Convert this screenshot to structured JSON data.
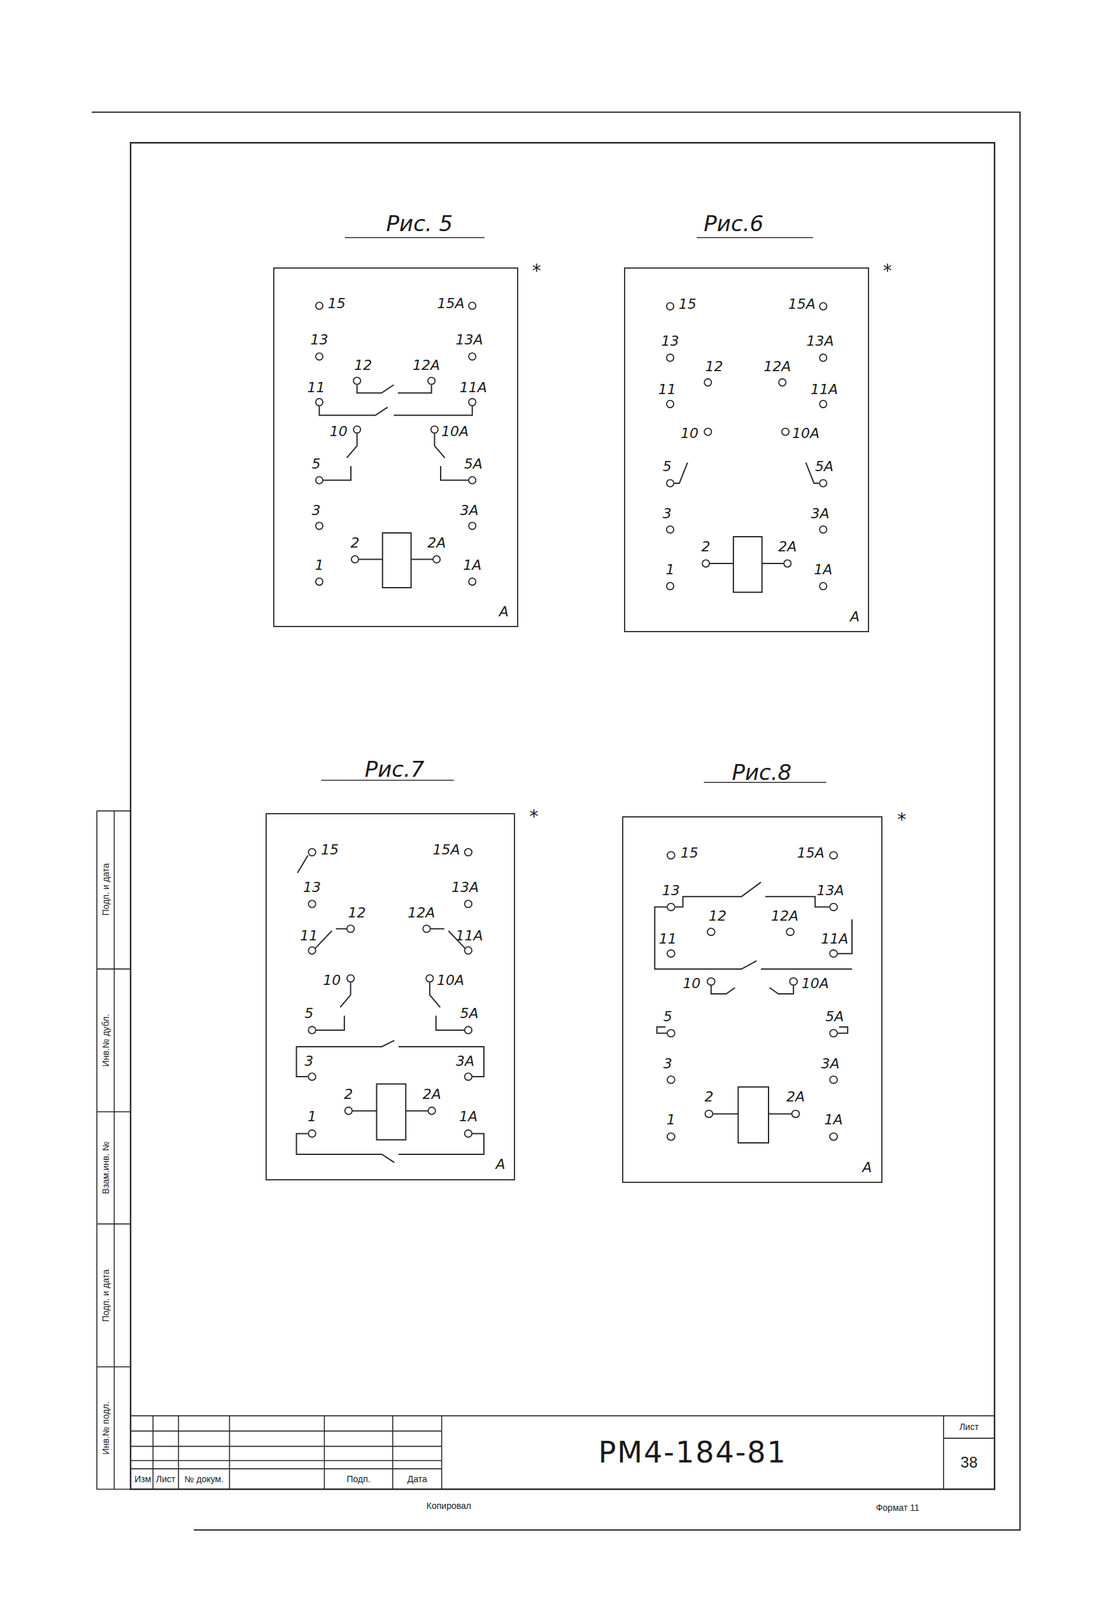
{
  "diagram": {
    "nodes": [
      {
        "text": [
          "Рис. 5"
        ]
      },
      {
        "text": [
          "Рис.6"
        ]
      },
      {
        "text": [
          "Рис.7"
        ]
      },
      {
        "text": [
          "Рис.8"
        ]
      }
    ],
    "labels": [
      "15",
      "15А",
      "13",
      "13А",
      "12",
      "12А",
      "11",
      "11А",
      "10",
      "10А",
      "5",
      "5А",
      "3",
      "3А",
      "2",
      "2А",
      "1",
      "1А",
      "*",
      "А",
      "15",
      "15А",
      "13",
      "13А",
      "12",
      "12А",
      "11",
      "11А",
      "10",
      "10А",
      "5",
      "5А",
      "3",
      "3А",
      "2",
      "2А",
      "1",
      "1А",
      "*",
      "А",
      "15",
      "15А",
      "13",
      "13А",
      "12",
      "12А",
      "11",
      "11А",
      "10",
      "10А",
      "5",
      "5А",
      "3",
      "3А",
      "2",
      "2А",
      "1",
      "1А",
      "*",
      "А",
      "15",
      "15А",
      "13",
      "13А",
      "12",
      "12А",
      "11",
      "11А",
      "10",
      "10А",
      "5",
      "5А",
      "3",
      "3А",
      "2",
      "2А",
      "1",
      "1А",
      "*",
      "А",
      "Изм",
      "Лист",
      "№ докум.",
      "Подп.",
      "Дата",
      "РМ4-184-81",
      "Лист",
      "38",
      "Копировал",
      "Формат 11",
      "Подп. и дата",
      "Инв.№ дубл.",
      "Взам.инв. №",
      "Подп. и дата",
      "Инв.№ подл."
    ]
  }
}
